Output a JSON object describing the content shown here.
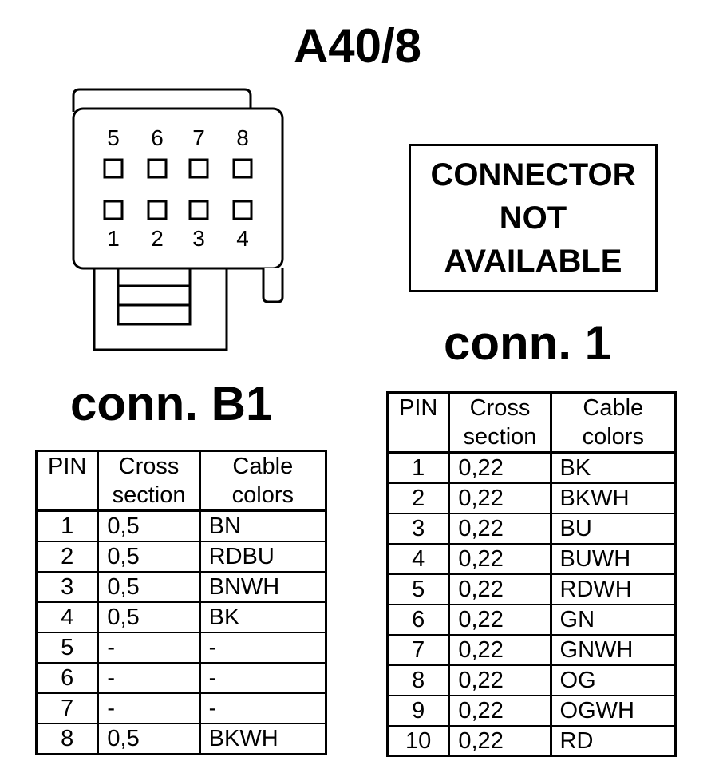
{
  "title": "A40/8",
  "connector_b1": {
    "label": "conn. B1",
    "pins_top": [
      "5",
      "6",
      "7",
      "8"
    ],
    "pins_bottom": [
      "1",
      "2",
      "3",
      "4"
    ],
    "table": {
      "headers": {
        "pin": "PIN",
        "cross_1": "Cross",
        "cross_2": "section",
        "color_1": "Cable",
        "color_2": "colors"
      },
      "rows": [
        {
          "pin": "1",
          "cross": "0,5",
          "color": "BN"
        },
        {
          "pin": "2",
          "cross": "0,5",
          "color": "RDBU"
        },
        {
          "pin": "3",
          "cross": "0,5",
          "color": "BNWH"
        },
        {
          "pin": "4",
          "cross": "0,5",
          "color": "BK"
        },
        {
          "pin": "5",
          "cross": "-",
          "color": "-"
        },
        {
          "pin": "6",
          "cross": "-",
          "color": "-"
        },
        {
          "pin": "7",
          "cross": "-",
          "color": "-"
        },
        {
          "pin": "8",
          "cross": "0,5",
          "color": "BKWH"
        }
      ]
    }
  },
  "connector_1": {
    "label": "conn. 1",
    "not_available": [
      "CONNECTOR",
      "NOT",
      "AVAILABLE"
    ],
    "table": {
      "headers": {
        "pin": "PIN",
        "cross_1": "Cross",
        "cross_2": "section",
        "color_1": "Cable",
        "color_2": "colors"
      },
      "rows": [
        {
          "pin": "1",
          "cross": "0,22",
          "color": "BK"
        },
        {
          "pin": "2",
          "cross": "0,22",
          "color": "BKWH"
        },
        {
          "pin": "3",
          "cross": "0,22",
          "color": "BU"
        },
        {
          "pin": "4",
          "cross": "0,22",
          "color": "BUWH"
        },
        {
          "pin": "5",
          "cross": "0,22",
          "color": "RDWH"
        },
        {
          "pin": "6",
          "cross": "0,22",
          "color": "GN"
        },
        {
          "pin": "7",
          "cross": "0,22",
          "color": "GNWH"
        },
        {
          "pin": "8",
          "cross": "0,22",
          "color": "OG"
        },
        {
          "pin": "9",
          "cross": "0,22",
          "color": "OGWH"
        },
        {
          "pin": "10",
          "cross": "0,22",
          "color": "RD"
        }
      ]
    }
  }
}
